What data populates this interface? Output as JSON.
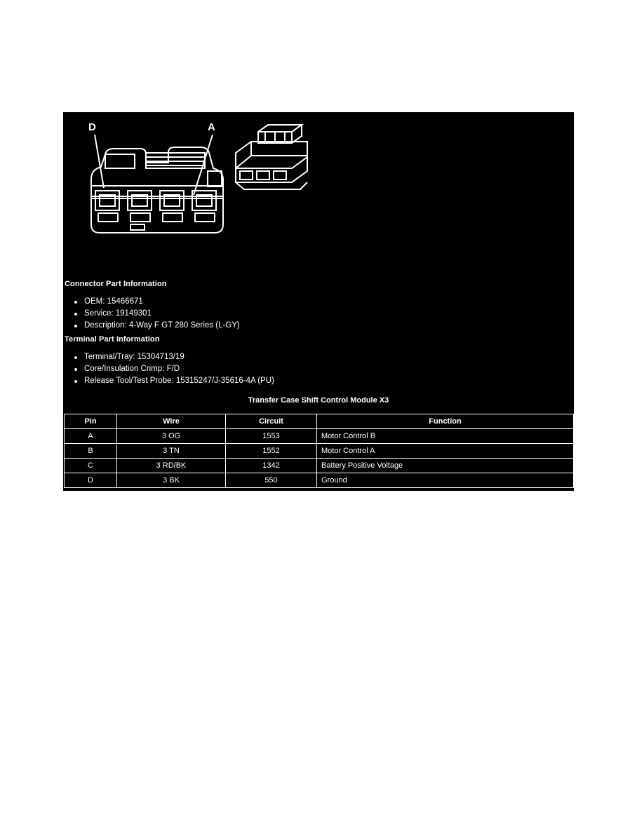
{
  "illustration": {
    "callout_left": "D",
    "callout_right": "A"
  },
  "connector_part": {
    "heading": "Connector Part Information",
    "items": [
      "OEM: 15466671",
      "Service: 19149301",
      "Description: 4-Way F GT 280 Series (L-GY)"
    ]
  },
  "terminal_part": {
    "heading": "Terminal Part Information",
    "items": [
      "Terminal/Tray: 15304713/19",
      "Core/Insulation Crimp: F/D",
      "Release Tool/Test Probe: 15315247/J-35616-4A (PU)"
    ]
  },
  "table": {
    "caption": "Transfer Case Shift Control Module X3",
    "headers": [
      "Pin",
      "Wire",
      "Circuit",
      "Function"
    ],
    "rows": [
      {
        "pin": "A",
        "wire": "3 OG",
        "circuit": "1553",
        "function": "Motor Control B"
      },
      {
        "pin": "B",
        "wire": "3 TN",
        "circuit": "1552",
        "function": "Motor Control A"
      },
      {
        "pin": "C",
        "wire": "3 RD/BK",
        "circuit": "1342",
        "function": "Battery Positive Voltage"
      },
      {
        "pin": "D",
        "wire": "3 BK",
        "circuit": "550",
        "function": "Ground"
      }
    ]
  },
  "colors": {
    "panel_background": "#000000",
    "panel_foreground": "#ffffff",
    "page_background": "#ffffff"
  }
}
